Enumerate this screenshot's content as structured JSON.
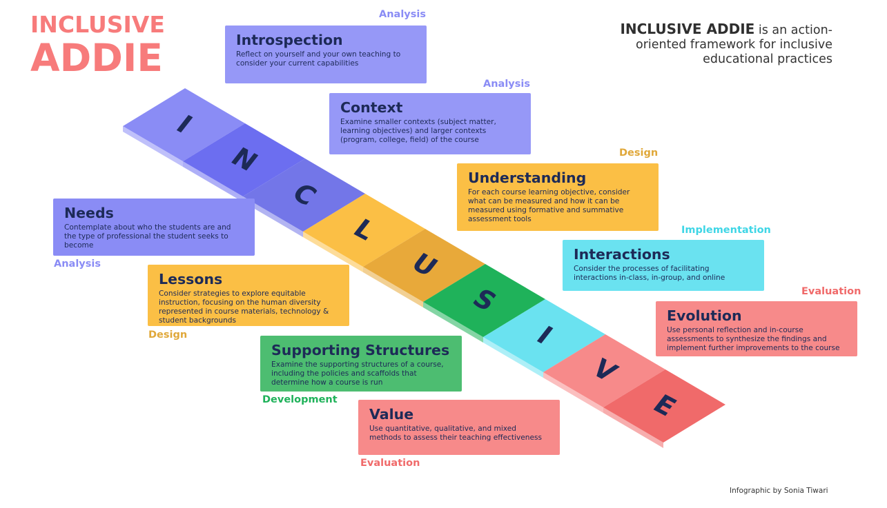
{
  "header": {
    "title_line1": "INCLUSIVE",
    "title_line2": "ADDIE",
    "tagline_bold": "INCLUSIVE ADDIE",
    "tagline_rest": " is an action-oriented framework for inclusive educational practices"
  },
  "colors": {
    "purple": "#8a8cf5",
    "purple_dark": "#6c6ef0",
    "indigo": "#7376e8",
    "yellow": "#fbbf45",
    "yellow_dark": "#e8a93a",
    "green": "#1fb25a",
    "cyan": "#6ae2f0",
    "coral": "#f78a8a",
    "red": "#f06a6a",
    "navy": "#1d2a57"
  },
  "letters": [
    "I",
    "N",
    "C",
    "L",
    "U",
    "S",
    "I",
    "V",
    "E"
  ],
  "cards": [
    {
      "id": "introspection",
      "title": "Introspection",
      "body": "Reflect on yourself and your own teaching to consider your current capabilities",
      "phase": "Analysis"
    },
    {
      "id": "context",
      "title": "Context",
      "body": "Examine smaller contexts (subject matter, learning objectives) and larger contexts (program, college, field) of the course",
      "phase": "Analysis"
    },
    {
      "id": "understanding",
      "title": "Understanding",
      "body": "For each course learning objective, consider what can be measured and how it can be measured using formative and summative assessment tools",
      "phase": "Design"
    },
    {
      "id": "needs",
      "title": "Needs",
      "body": "Contemplate about who the students are and the type of professional the student seeks to become",
      "phase": "Analysis"
    },
    {
      "id": "interactions",
      "title": "Interactions",
      "body": "Consider the processes of facilitating interactions in-class, in-group, and online",
      "phase": "Implementation"
    },
    {
      "id": "lessons",
      "title": "Lessons",
      "body": "Consider strategies to explore equitable instruction, focusing on the human diversity represented in course materials, technology & student backgrounds",
      "phase": "Design"
    },
    {
      "id": "evolution",
      "title": "Evolution",
      "body": "Use personal reflection and in-course assessments to synthesize the findings and implement further improvements to the course",
      "phase": "Evaluation"
    },
    {
      "id": "supporting",
      "title": "Supporting Structures",
      "body": "Examine the supporting structures of a course, including the policies and scaffolds that determine how a course is run",
      "phase": "Development"
    },
    {
      "id": "value",
      "title": "Value",
      "body": "Use quantitative, qualitative, and mixed methods to assess their teaching effectiveness",
      "phase": "Evaluation"
    }
  ],
  "credit": "Infographic by Sonia Tiwari"
}
